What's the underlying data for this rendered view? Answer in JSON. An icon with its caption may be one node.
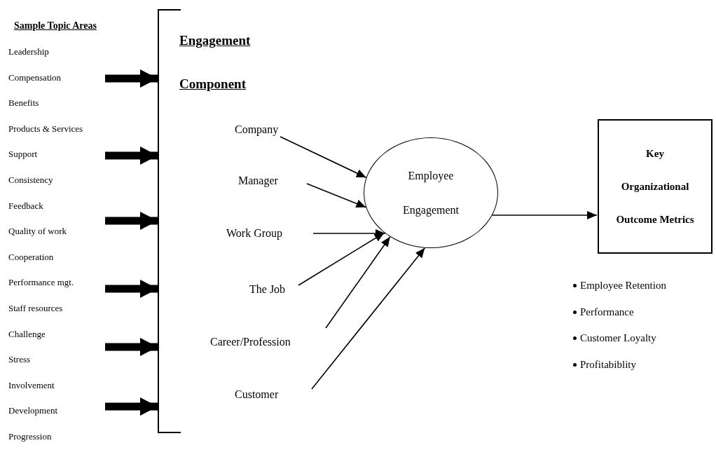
{
  "diagram": {
    "nodes": [
      {
        "text": [],
        "shape": "bracket"
      },
      {
        "text": [
          "Company"
        ]
      },
      {
        "text": [
          "Manager"
        ]
      },
      {
        "text": [
          "Work Group"
        ]
      },
      {
        "text": [
          "The Job"
        ]
      },
      {
        "text": [
          "Career/Profession"
        ]
      },
      {
        "text": [
          "Customer"
        ]
      },
      {
        "text": [
          "Employee Engagement"
        ]
      },
      {
        "text": [
          "Key Organizational Outcome Metrics"
        ]
      }
    ],
    "edges": [
      {
        "from": null,
        "to": 0,
        "arrow": "to",
        "style": "thick"
      },
      {
        "from": null,
        "to": 0,
        "arrow": "to",
        "style": "thick"
      },
      {
        "from": null,
        "to": 0,
        "arrow": "to",
        "style": "thick"
      },
      {
        "from": null,
        "to": 0,
        "arrow": "to",
        "style": "thick"
      },
      {
        "from": null,
        "to": 0,
        "arrow": "to",
        "style": "thick"
      },
      {
        "from": null,
        "to": 0,
        "arrow": "to",
        "style": "thick"
      },
      {
        "from": 1,
        "to": 7,
        "arrow": "to"
      },
      {
        "from": 2,
        "to": 7,
        "arrow": "to"
      },
      {
        "from": 3,
        "to": 7,
        "arrow": "to"
      },
      {
        "from": 4,
        "to": 7,
        "arrow": "to"
      },
      {
        "from": 5,
        "to": 7,
        "arrow": "to"
      },
      {
        "from": 6,
        "to": 7,
        "arrow": "to"
      },
      {
        "from": 7,
        "to": 8,
        "arrow": "to"
      }
    ],
    "labels": [
      "Sample Topic Areas",
      "Leadership",
      "Compensation",
      "Benefits",
      "Products & Services",
      "Support",
      "Consistency",
      "Feedback",
      "Quality of work",
      "Cooperation",
      "Performance mgt.",
      "Staff resources",
      "Challenge",
      "Stress",
      "Involvement",
      "Development",
      "Progression",
      "Engagement Component",
      "Employee Retention",
      "Performance",
      "Customer Loyalty",
      "Profitabiblity"
    ]
  }
}
